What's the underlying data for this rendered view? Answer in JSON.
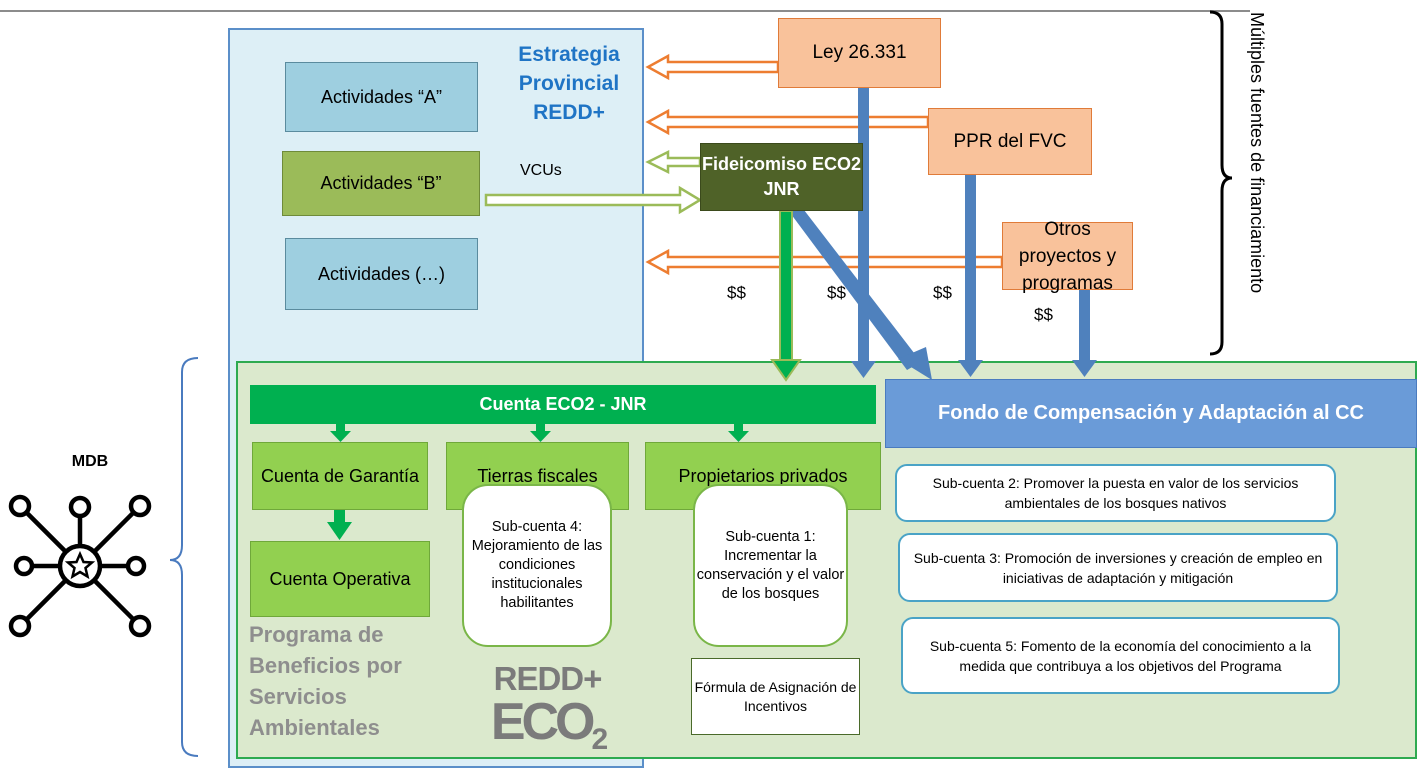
{
  "strategy": {
    "title": "Estrategia Provincial REDD+"
  },
  "activities": [
    {
      "label": "Actividades “A”"
    },
    {
      "label": "Actividades “B”"
    },
    {
      "label": "Actividades (…)"
    }
  ],
  "flow_labels": {
    "vcus": "VCUs",
    "money": "$$"
  },
  "sources": {
    "ley": "Ley 26.331",
    "ppr": "PPR del FVC",
    "otros": "Otros proyectos y programas",
    "brace_label": "Múltiples fuentes de financiamiento"
  },
  "fideicomiso": {
    "label": "Fideicomiso ECO2 JNR"
  },
  "program": {
    "cuenta_eco": "Cuenta ECO2 - JNR",
    "fondo": "Fondo de Compensación y Adaptación al CC",
    "cuenta_garantia": "Cuenta de Garantía",
    "cuenta_operativa": "Cuenta Operativa",
    "tierras_fiscales": "Tierras fiscales",
    "propietarios_privados": "Propietarios privados",
    "sub4": "Sub-cuenta 4: Mejoramiento de las condiciones institucionales habilitantes",
    "sub1": "Sub-cuenta 1: Incrementar la conservación y el valor de los bosques",
    "formula": "Fórmula de Asignación de Incentivos",
    "sub2": "Sub-cuenta 2: Promover la puesta en valor de los servicios ambientales de los bosques nativos",
    "sub3": "Sub-cuenta 3: Promoción de inversiones y creación de empleo en iniciativas de adaptación y mitigación",
    "sub5": "Sub-cuenta 5: Fomento de la economía del conocimiento a la medida que contribuya a los objetivos del Programa",
    "title": "Programa de Beneficios por Servicios Ambientales"
  },
  "logo": {
    "line1": "REDD+",
    "line2": "ECO",
    "sub": "2"
  },
  "mdb": {
    "label": "MDB",
    "icon": "network-star-icon"
  },
  "colors": {
    "redd_panel": "#ddeff6",
    "program_panel": "#dbe9cd",
    "orange_source": "#f9c29b",
    "fideicomiso": "#4f6228",
    "cuenta_eco": "#00b050",
    "fondo": "#6a9bd8",
    "arrow_blue": "#4f81bd",
    "arrow_orange": "#ed7d31"
  }
}
